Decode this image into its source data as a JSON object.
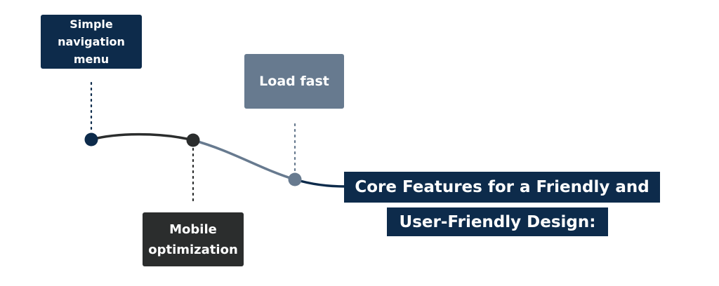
{
  "diagram": {
    "nodes": [
      {
        "id": "simple-navigation-menu",
        "label": "Simple navigation menu",
        "color": "#0d2b4b"
      },
      {
        "id": "mobile-optimization",
        "label": "Mobile optimization",
        "color": "#2b2d2d"
      },
      {
        "id": "load-fast",
        "label": "Load fast",
        "color": "#677a8f"
      }
    ],
    "line_colors": {
      "segment_1": "#2b2d2d",
      "segment_2": "#677a8f",
      "segment_3": "#0d2b4b"
    },
    "title": {
      "line1": "Core Features for a Friendly and",
      "line2": "User-Friendly Design:",
      "background": "#0d2b4b",
      "text_color": "#ffffff"
    }
  }
}
